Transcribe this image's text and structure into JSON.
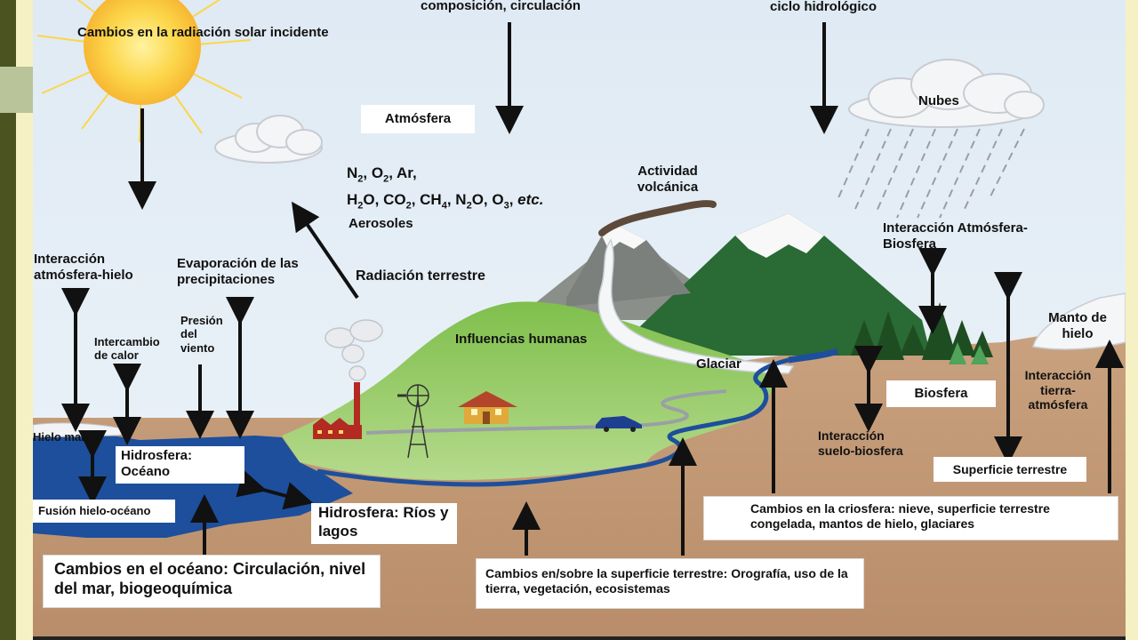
{
  "labels": {
    "sun": "Cambios en la radiación solar incidente",
    "top_composition": "composición, circulación",
    "top_hydro": "ciclo hidrológico",
    "atmosfera": "Atmósfera",
    "nubes": "Nubes",
    "aerosoles": "Aerosoles",
    "actividad_volcanica": "Actividad volcánica",
    "interaccion_atm_hielo": "Interacción atmósfera-hielo",
    "evaporacion": "Evaporación de las precipitaciones",
    "radiacion_terrestre": "Radiación terrestre",
    "presion_viento": "Presión del viento",
    "intercambio_calor": "Intercambio de calor",
    "influencias_humanas": "Influencias humanas",
    "glaciar": "Glaciar",
    "interaccion_atm_bio": "Interacción Atmósfera-Biosfera",
    "manto_hielo": "Manto de hielo",
    "hielo_marino": "Hielo marino",
    "hidrosfera_oceano": "Hidrosfera: Océano",
    "fusion": "Fusión hielo-océano",
    "hidrosfera_rios": "Hidrosfera: Ríos y lagos",
    "biosfera": "Biosfera",
    "interaccion_tierra_atm": "Interacción tierra-atmósfera",
    "interaccion_suelo_bio": "Interacción suelo-biosfera",
    "superficie_terrestre": "Superficie terrestre",
    "cambios_criosfera": "Cambios en la criosfera: nieve, superficie terrestre congelada, mantos de hielo, glaciares",
    "cambios_oceano": "Cambios en el océano: Circulación, nivel del mar, biogeoquímica",
    "cambios_superficie": "Cambios en/sobre la superficie terrestre: Orografía, uso de la tierra, vegetación, ecosistemas"
  },
  "chem": {
    "line1": [
      "N",
      "2",
      ", O",
      "2",
      ",  Ar,"
    ],
    "line2": [
      "H",
      "2",
      "O, CO",
      "2",
      ", CH",
      "4",
      ", N",
      "2",
      "O, O",
      "3",
      ", ",
      "etc."
    ]
  },
  "colors": {
    "sky": "#e3eef6",
    "sun": "#fcd64a",
    "ocean": "#1d4f9c",
    "soil": "#c39a78",
    "green_land": "#8fc75a",
    "mountain_green": "#2a6a35",
    "mountain_gray": "#8a8f8a"
  }
}
